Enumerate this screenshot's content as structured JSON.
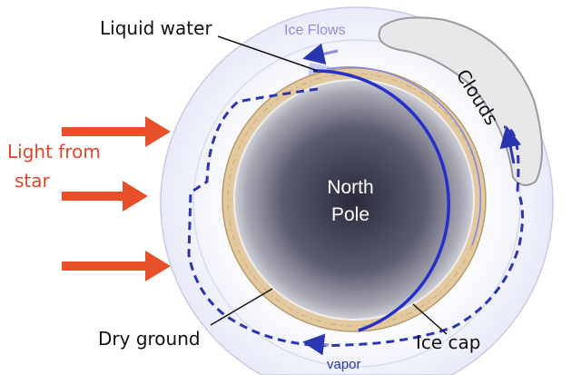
{
  "labels": {
    "liquid_water": "Liquid water",
    "ice_flows": "Ice Flows",
    "clouds": "Clouds",
    "light_line1": "Light from",
    "light_line2": "star",
    "north_pole_line1": "North",
    "north_pole_line2": "Pole",
    "dry_ground": "Dry ground",
    "ice_cap": "Ice cap",
    "vapor": "vapor"
  },
  "colors": {
    "arrow": "#e8502c",
    "ice": "#2430c8",
    "vapor_path": "#2a35b0",
    "crust": "#e2c9a0",
    "atmosphere": "#eef0fa"
  }
}
